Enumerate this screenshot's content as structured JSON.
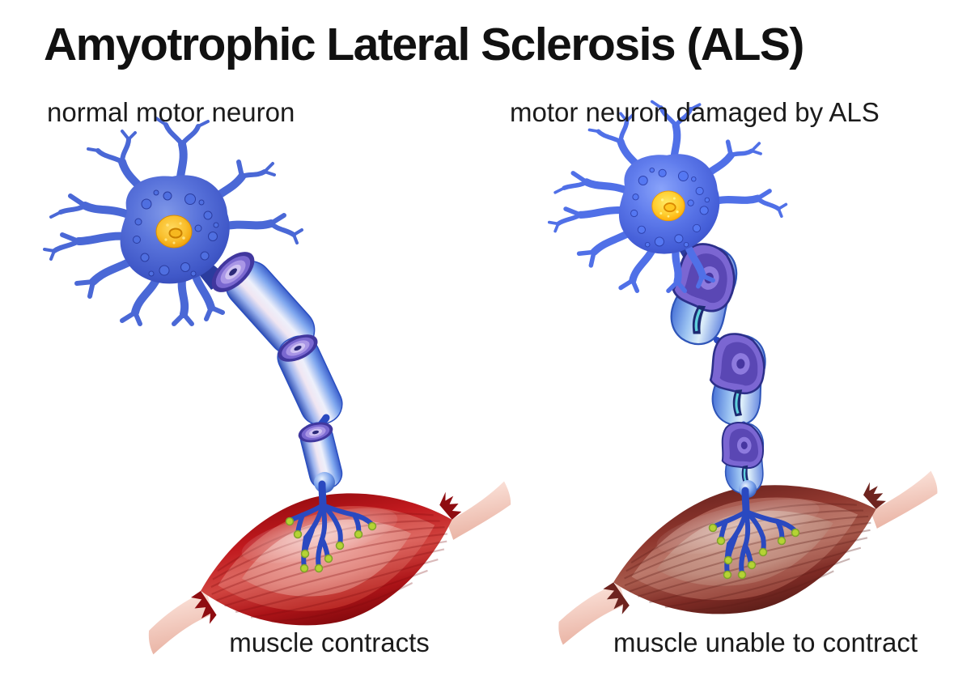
{
  "title": "Amyotrophic Lateral Sclerosis (ALS)",
  "panels": {
    "normal": {
      "label": "normal motor neuron",
      "caption": "muscle contracts"
    },
    "damaged": {
      "label": "motor neuron damaged by ALS",
      "caption": "muscle unable to contract"
    }
  },
  "illustration": {
    "parts": [
      "dendrites",
      "cell-body",
      "nucleus",
      "axon-hillock",
      "myelin-sheath-segment",
      "node-ring",
      "damaged-myelin-segment",
      "exposed-axon",
      "axon-terminal",
      "neuromuscular-junction",
      "muscle-fiber",
      "tendon"
    ],
    "colors": {
      "background": "#ffffff",
      "text": "#1b1b1b",
      "neuron_blue": "#4a68d6",
      "neuron_dark_blue": "#2b3da0",
      "nucleus_yellow": "#f9bf2d",
      "myelin_light_blue": "#a9c6f4",
      "node_purple": "#7a68d0",
      "damaged_purple": "#7b66d2",
      "exposed_axon_teal": "#5fd0dc",
      "axon_terminal_blue": "#2a49c0",
      "junction_green": "#b5d334",
      "muscle_red": "#c0191e",
      "muscle_damaged_red": "#8e362d",
      "tendon_pink": "#f7cfc5"
    }
  }
}
